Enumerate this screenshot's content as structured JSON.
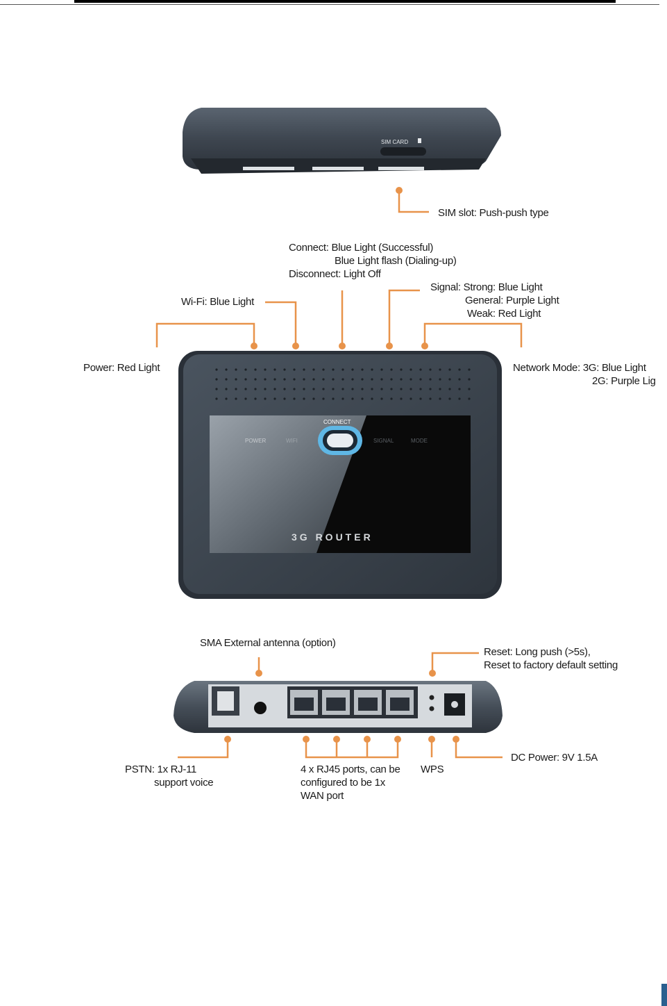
{
  "device_text": {
    "sim_card": "SIM CARD",
    "connect": "CONNECT",
    "power": "POWER",
    "wifi": "WIFI",
    "signal": "SIGNAL",
    "mode": "MODE",
    "brand": "3G ROUTER"
  },
  "callouts": {
    "sim_slot": "SIM slot: Push-push type",
    "connect": [
      "Connect: Blue Light (Successful)",
      "Blue Light flash (Dialing-up)",
      "Disconnect: Light Off"
    ],
    "signal": [
      "Signal: Strong: Blue Light",
      "General: Purple Light",
      "Weak: Red Light"
    ],
    "wifi": "Wi-Fi: Blue Light",
    "power": "Power: Red Light",
    "network_mode": [
      "Network Mode: 3G: Blue Light",
      "2G: Purple Lig"
    ],
    "antenna": "SMA External antenna (option)",
    "reset": [
      "Reset: Long push (>5s),",
      "Reset to factory default setting"
    ],
    "pstn": [
      "PSTN: 1x RJ-11",
      "support voice"
    ],
    "rj45": [
      "4 x RJ45 ports, can be",
      "configured to be 1x",
      "WAN port"
    ],
    "wps": "WPS",
    "dc_power": "DC Power: 9V 1.5A"
  },
  "colors": {
    "callout": "#e8934a",
    "device_body": "#3d4650",
    "panel": "#0a0a0a",
    "connect_ring": "#5fb7e5",
    "page_bar": "#2a5f8f"
  }
}
